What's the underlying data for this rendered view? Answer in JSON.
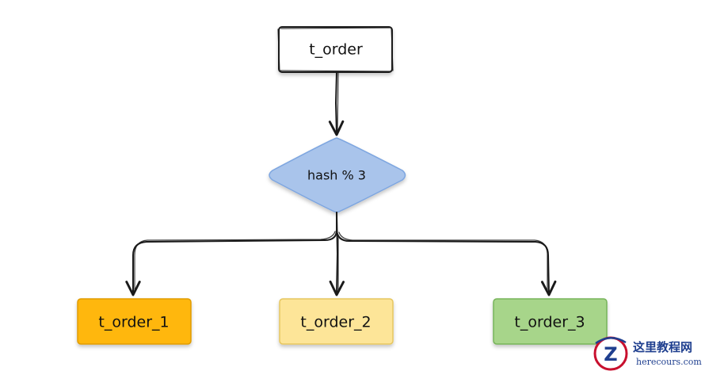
{
  "nodes": {
    "source": {
      "label": "t_order",
      "fill": "#ffffff"
    },
    "decision": {
      "label": "hash % 3",
      "fill": "#a9c4eb",
      "stroke": "#7ea6e0"
    },
    "shards": [
      {
        "label": "t_order_1",
        "fill": "#ffb70f",
        "stroke": "#e09c00"
      },
      {
        "label": "t_order_2",
        "fill": "#fde598",
        "stroke": "#e6c65e"
      },
      {
        "label": "t_order_3",
        "fill": "#a7d58a",
        "stroke": "#77b35a"
      }
    ]
  },
  "watermark": {
    "title": "这里教程网",
    "subtitle": "herecours.com",
    "logo_icon": "z-logo-icon"
  }
}
